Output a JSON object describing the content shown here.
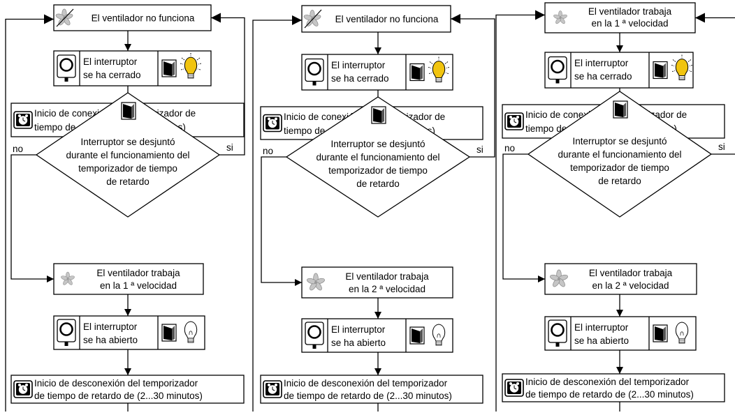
{
  "columns": [
    {
      "start_line1": "El ventilador no funciona",
      "start_line2": "",
      "start_icon": "fan-crossed-icon",
      "closed_line1": "El interruptor",
      "closed_line2": "se ha cerrado",
      "timer_on_line1": "Inicio de conexión del temporizador de",
      "timer_on_line2": "tiempo de retardo de  (0…2 minutos)",
      "decision_line1": "Interruptor se desjuntó",
      "decision_line2": "durante el funcionamiento del",
      "decision_line3": "temporizador de tiempo",
      "decision_line4": "de retardo",
      "no_label": "no",
      "yes_label": "si",
      "speed_line1": "El ventilador trabaja",
      "speed_line2": "en la 1 ª velocidad",
      "opened_line1": "El interruptor",
      "opened_line2": "se ha abierto",
      "timer_off_line1": "Inicio de desconexión del temporizador",
      "timer_off_line2": "de tiempo de retardo de (2...30 minutos)"
    },
    {
      "start_line1": "El ventilador no funciona",
      "start_line2": "",
      "start_icon": "fan-crossed-icon",
      "closed_line1": "El interruptor",
      "closed_line2": "se ha cerrado",
      "timer_on_line1": "Inicio de conexión del temporizador de",
      "timer_on_line2": "tiempo de retardo de  (0…2 minutos)",
      "decision_line1": "Interruptor se desjuntó",
      "decision_line2": "durante el funcionamiento del",
      "decision_line3": "temporizador de tiempo",
      "decision_line4": "de retardo",
      "no_label": "no",
      "yes_label": "si",
      "speed_line1": "El ventilador trabaja",
      "speed_line2": "en la 2 ª velocidad",
      "opened_line1": "El interruptor",
      "opened_line2": "se ha abierto",
      "timer_off_line1": "Inicio de desconexión del temporizador",
      "timer_off_line2": "de tiempo de retardo de (2...30 minutos)"
    },
    {
      "start_line1": "El ventilador trabaja",
      "start_line2": "en la 1 ª velocidad",
      "start_icon": "fan-icon",
      "closed_line1": "El interruptor",
      "closed_line2": "se ha cerrado",
      "timer_on_line1": "Inicio de conexión del temporizador de",
      "timer_on_line2": "tiempo de retardo de  (0…2 minutos)",
      "decision_line1": "Interruptor se desjuntó",
      "decision_line2": "durante el funcionamiento del",
      "decision_line3": "temporizador de tiempo",
      "decision_line4": "de retardo",
      "no_label": "no",
      "yes_label": "si",
      "speed_line1": "El ventilador trabaja",
      "speed_line2": "en la 2 ª velocidad",
      "opened_line1": "El interruptor",
      "opened_line2": "se ha abierto",
      "timer_off_line1": "Inicio de desconexión del temporizador",
      "timer_off_line2": "de tiempo de retardo de (2...30 minutos)"
    }
  ]
}
